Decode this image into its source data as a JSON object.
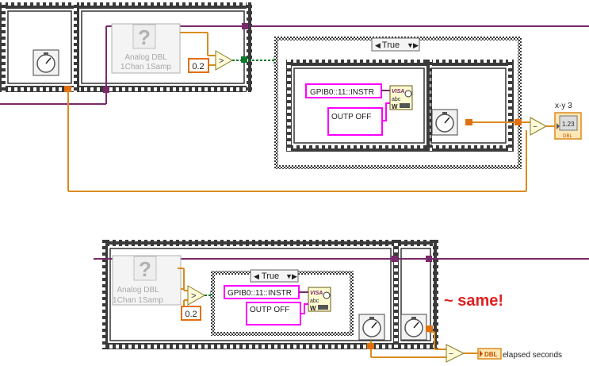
{
  "diagram": {
    "case_structure_label": "True",
    "analog_block_line1": "Analog DBL",
    "analog_block_line2": "1Chan 1Samp",
    "constant_value": "0.2",
    "visa_resource": "GPIB0::11::INSTR",
    "command_string": "OUTP OFF",
    "visa_icon_text": "VISA",
    "visa_icon_abc": "abc",
    "visa_icon_w": "W",
    "indicator_label": "x-y 3",
    "indicator_value": "1.23",
    "indicator_type": "DBL",
    "elapsed_type": "DBL",
    "elapsed_label": "elapsed seconds",
    "same_note": "~ same!",
    "colors": {
      "wire_orange": "#d98c1f",
      "wire_purple": "#7a2a6a",
      "wire_green": "#0a7a2a",
      "string_magenta": "#ff00ff",
      "annotation_red": "#e02020",
      "frame_dark": "#333333"
    }
  }
}
